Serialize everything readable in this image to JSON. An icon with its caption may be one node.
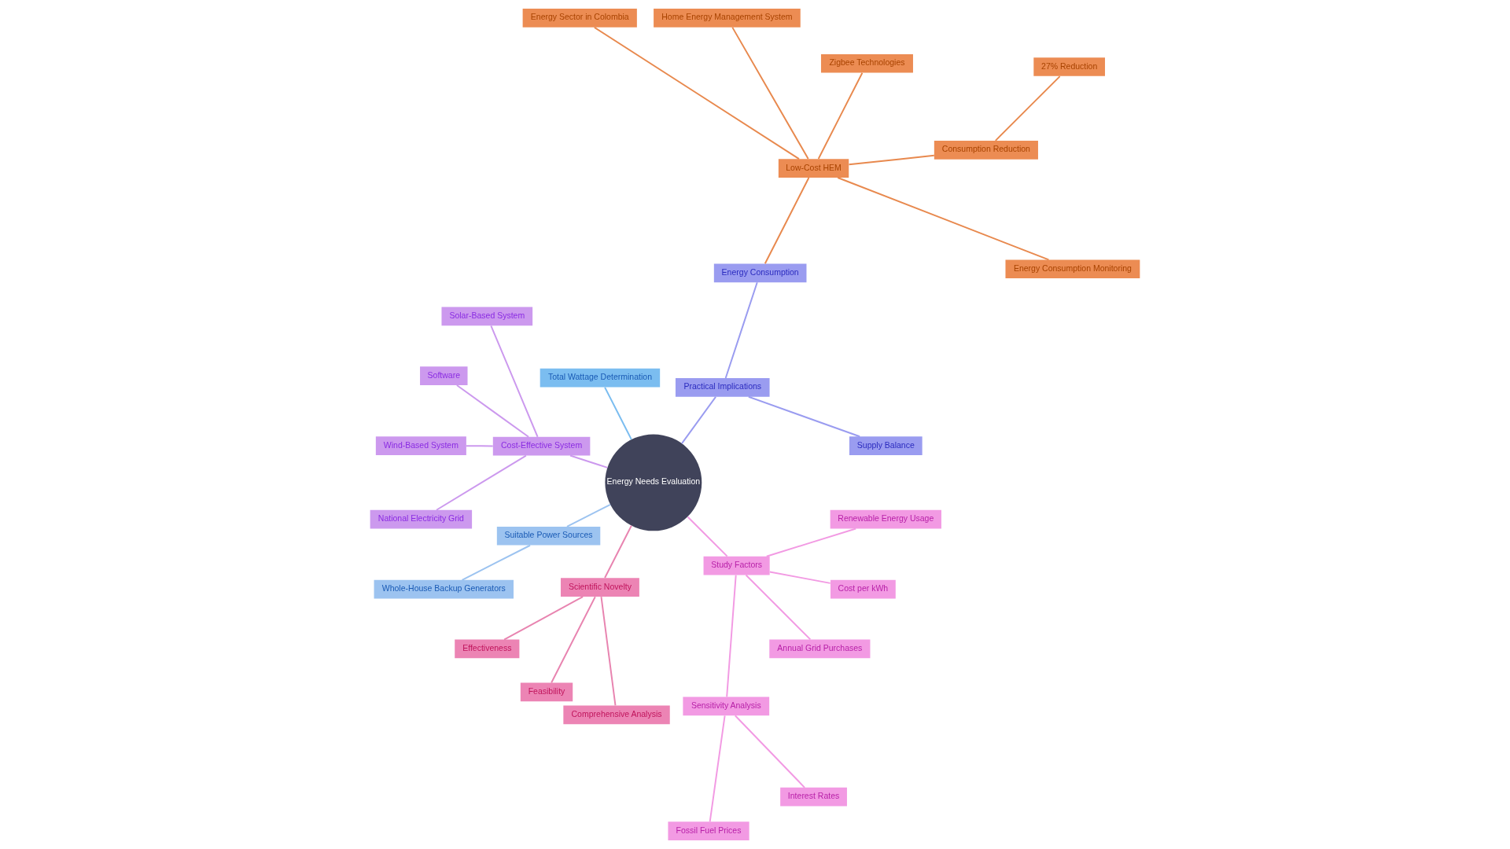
{
  "diagram": {
    "nodes": [
      {
        "text": [
          "Energy Needs Evaluation"
        ]
      },
      {
        "text": [
          "Practical Implications"
        ]
      },
      {
        "text": [
          "Supply Balance"
        ]
      },
      {
        "text": [
          "Energy Consumption"
        ]
      },
      {
        "text": [
          "Low-Cost HEM"
        ]
      },
      {
        "text": [
          "Energy Consumption Monitoring"
        ]
      },
      {
        "text": [
          "27% Reduction"
        ]
      },
      {
        "text": [
          "Consumption Reduction"
        ]
      },
      {
        "text": [
          "Zigbee Technologies"
        ]
      },
      {
        "text": [
          "Home Energy Management System"
        ]
      },
      {
        "text": [
          "Energy Sector in Colombia"
        ]
      },
      {
        "text": [
          "Total Wattage Determination"
        ]
      },
      {
        "text": [
          "Cost-Effective System"
        ]
      },
      {
        "text": [
          "Solar-Based System"
        ]
      },
      {
        "text": [
          "Software"
        ]
      },
      {
        "text": [
          "Wind-Based System"
        ]
      },
      {
        "text": [
          "National Electricity Grid"
        ]
      },
      {
        "text": [
          "Suitable Power Sources"
        ]
      },
      {
        "text": [
          "Whole-House Backup Generators"
        ]
      },
      {
        "text": [
          "Scientific Novelty"
        ]
      },
      {
        "text": [
          "Effectiveness"
        ]
      },
      {
        "text": [
          "Feasibility"
        ]
      },
      {
        "text": [
          "Comprehensive Analysis"
        ]
      },
      {
        "text": [
          "Study Factors"
        ]
      },
      {
        "text": [
          "Sensitivity Analysis"
        ]
      },
      {
        "text": [
          "Fossil Fuel Prices"
        ]
      },
      {
        "text": [
          "Interest Rates"
        ]
      },
      {
        "text": [
          "Annual Grid Purchases"
        ]
      },
      {
        "text": [
          "Cost per kWh"
        ]
      },
      {
        "text": [
          "Renewable Energy Usage"
        ]
      }
    ],
    "edges": [
      {
        "from": 0,
        "to": 1,
        "arrow": "none",
        "color": "#9a9cf0"
      },
      {
        "from": 1,
        "to": 2,
        "arrow": "none",
        "color": "#9a9cf0"
      },
      {
        "from": 1,
        "to": 3,
        "arrow": "none",
        "color": "#9a9cf0"
      },
      {
        "from": 3,
        "to": 4,
        "arrow": "none",
        "color": "#e8894e"
      },
      {
        "from": 4,
        "to": 5,
        "arrow": "none",
        "color": "#e8894e"
      },
      {
        "from": 4,
        "to": 7,
        "arrow": "none",
        "color": "#e8894e"
      },
      {
        "from": 7,
        "to": 6,
        "arrow": "none",
        "color": "#e8894e"
      },
      {
        "from": 4,
        "to": 8,
        "arrow": "none",
        "color": "#e8894e"
      },
      {
        "from": 4,
        "to": 9,
        "arrow": "none",
        "color": "#e8894e"
      },
      {
        "from": 4,
        "to": 10,
        "arrow": "none",
        "color": "#e8894e"
      },
      {
        "from": 0,
        "to": 11,
        "arrow": "none",
        "color": "#7bbdf0"
      },
      {
        "from": 0,
        "to": 12,
        "arrow": "none",
        "color": "#cc99ee"
      },
      {
        "from": 12,
        "to": 13,
        "arrow": "none",
        "color": "#cc99ee"
      },
      {
        "from": 12,
        "to": 14,
        "arrow": "none",
        "color": "#cc99ee"
      },
      {
        "from": 12,
        "to": 15,
        "arrow": "none",
        "color": "#cc99ee"
      },
      {
        "from": 12,
        "to": 16,
        "arrow": "none",
        "color": "#cc99ee"
      },
      {
        "from": 0,
        "to": 17,
        "arrow": "none",
        "color": "#9cc3f0"
      },
      {
        "from": 17,
        "to": 18,
        "arrow": "none",
        "color": "#9cc3f0"
      },
      {
        "from": 0,
        "to": 19,
        "arrow": "none",
        "color": "#e884b0"
      },
      {
        "from": 19,
        "to": 20,
        "arrow": "none",
        "color": "#e884b0"
      },
      {
        "from": 19,
        "to": 21,
        "arrow": "none",
        "color": "#e884b0"
      },
      {
        "from": 19,
        "to": 22,
        "arrow": "none",
        "color": "#e884b0"
      },
      {
        "from": 0,
        "to": 23,
        "arrow": "none",
        "color": "#f29ae3"
      },
      {
        "from": 23,
        "to": 24,
        "arrow": "none",
        "color": "#f29ae3"
      },
      {
        "from": 24,
        "to": 25,
        "arrow": "none",
        "color": "#f29ae3"
      },
      {
        "from": 24,
        "to": 26,
        "arrow": "none",
        "color": "#f29ae3"
      },
      {
        "from": 23,
        "to": 27,
        "arrow": "none",
        "color": "#f29ae3"
      },
      {
        "from": 23,
        "to": 28,
        "arrow": "none",
        "color": "#f29ae3"
      },
      {
        "from": 23,
        "to": 29,
        "arrow": "none",
        "color": "#f29ae3"
      }
    ]
  }
}
